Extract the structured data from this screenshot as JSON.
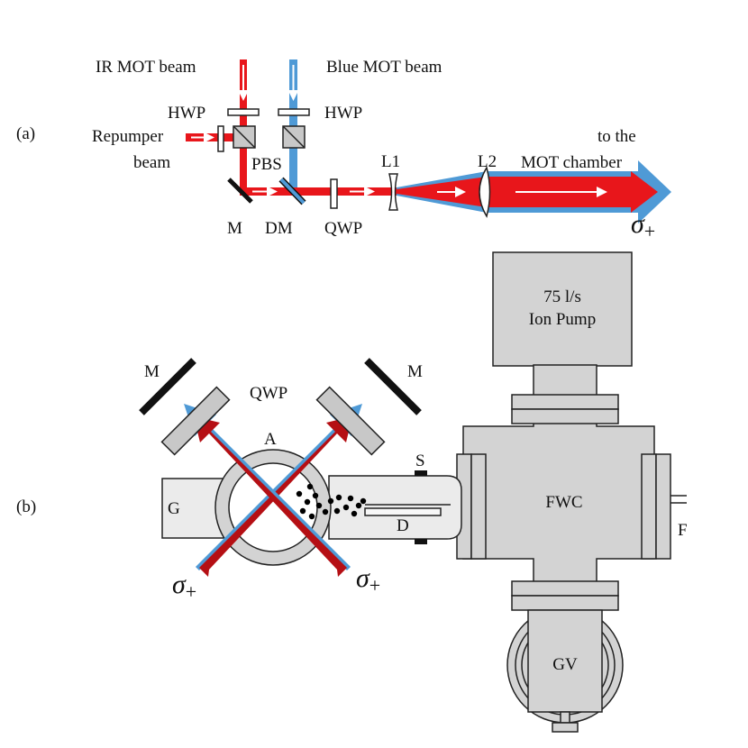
{
  "panel_a": {
    "panel_label": "(a)",
    "ir_beam_label": "IR MOT beam",
    "blue_beam_label": "Blue MOT beam",
    "hwp_left_label": "HWP",
    "hwp_right_label": "HWP",
    "repumper_label_line1": "Repumper",
    "repumper_label_line2": "beam",
    "pbs_label": "PBS",
    "mirror_label": "M",
    "dm_label": "DM",
    "qwp_label": "QWP",
    "lens1_label": "L1",
    "lens2_label": "L2",
    "destination_line1": "to the",
    "destination_line2": "MOT chamber",
    "polarization_symbol": "σ",
    "polarization_sub": "+"
  },
  "panel_b": {
    "panel_label": "(b)",
    "pump_line1": "75 l/s",
    "pump_line2": "Ion Pump",
    "mirror_left_label": "M",
    "mirror_right_label": "M",
    "qwp_label": "QWP",
    "aperture_label": "A",
    "s_label": "S",
    "g_label": "G",
    "d_label": "D",
    "fwc_label": "FWC",
    "f_label": "F",
    "gv_label": "GV",
    "sigma_left_symbol": "σ",
    "sigma_left_sub": "+",
    "sigma_right_symbol": "σ",
    "sigma_right_sub": "+"
  },
  "colors": {
    "ir_red": "#e8161b",
    "blue_beam": "#4f9ad6",
    "dark_red": "#b50f14",
    "chamber_gray": "#d3d3d3",
    "optic_gray": "#c8c8c8",
    "outline": "#222222"
  }
}
